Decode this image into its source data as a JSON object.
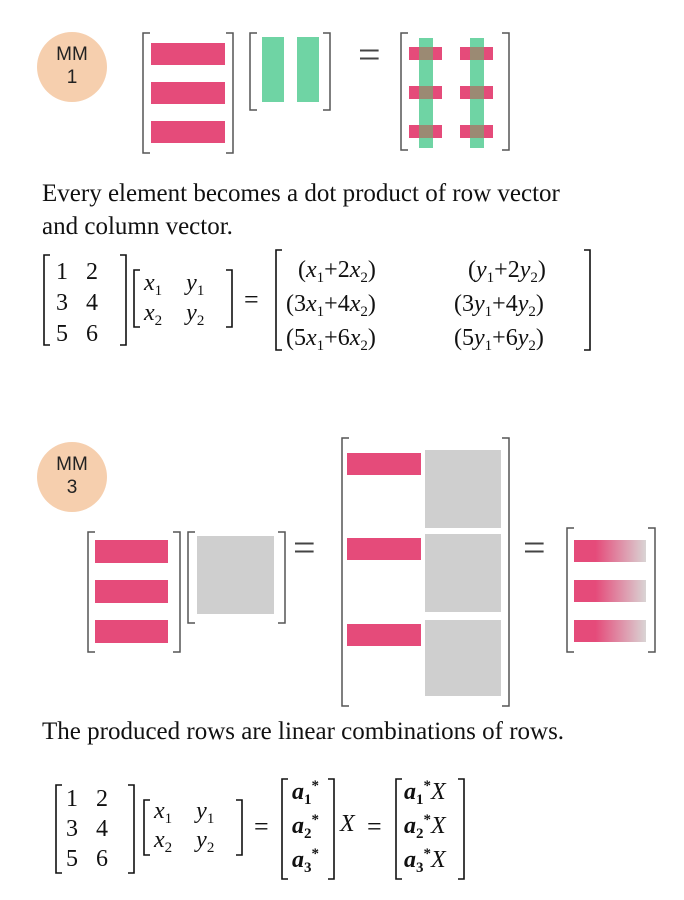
{
  "section1": {
    "badge_top": "MM",
    "badge_bottom": "1",
    "equals": "=",
    "caption_line1": "Every element becomes a dot product of row vector",
    "caption_line2": "and column vector.",
    "matrix_a": [
      [
        "1",
        "2"
      ],
      [
        "3",
        "4"
      ],
      [
        "5",
        "6"
      ]
    ],
    "matrix_x": [
      [
        "x1",
        "y1"
      ],
      [
        "x2",
        "y2"
      ]
    ],
    "result": [
      [
        "(x1+2x2)",
        "(y1+2y2)"
      ],
      [
        "(3x1+4x2)",
        "(3y1+4y2)"
      ],
      [
        "(5x1+6x2)",
        "(5y1+6y2)"
      ]
    ]
  },
  "section2": {
    "badge_top": "MM",
    "badge_bottom": "3",
    "equals_left": "=",
    "equals_right": "=",
    "caption": "The produced rows are linear combinations of rows.",
    "matrix_a": [
      [
        "1",
        "2"
      ],
      [
        "3",
        "4"
      ],
      [
        "5",
        "6"
      ]
    ],
    "matrix_x": [
      [
        "x1",
        "y1"
      ],
      [
        "x2",
        "y2"
      ]
    ],
    "row_vectors": [
      "a1*",
      "a2*",
      "a3*"
    ],
    "x_symbol": "X",
    "result": [
      "a1*X",
      "a2*X",
      "a3*X"
    ]
  },
  "colors": {
    "row_pink": "#e54b7a",
    "column_green": "#6fd4a4",
    "block_gray": "#cfcfcf",
    "badge": "#f6cfae",
    "bracket": "#555555"
  }
}
